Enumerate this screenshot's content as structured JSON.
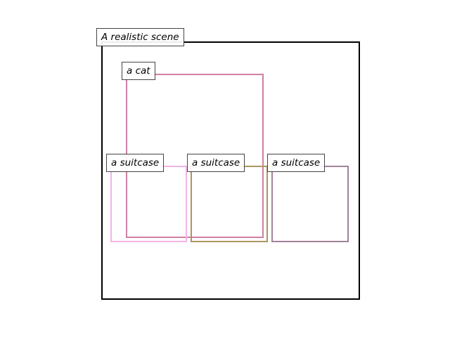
{
  "scene": {
    "label": "A realistic scene"
  },
  "objects": [
    {
      "label": "a cat",
      "color": "#cf7fa4"
    },
    {
      "label": "a suitcase",
      "color": "#f2b3e8"
    },
    {
      "label": "a suitcase",
      "color": "#ab9560"
    },
    {
      "label": "a suitcase",
      "color": "#a1829c"
    }
  ]
}
